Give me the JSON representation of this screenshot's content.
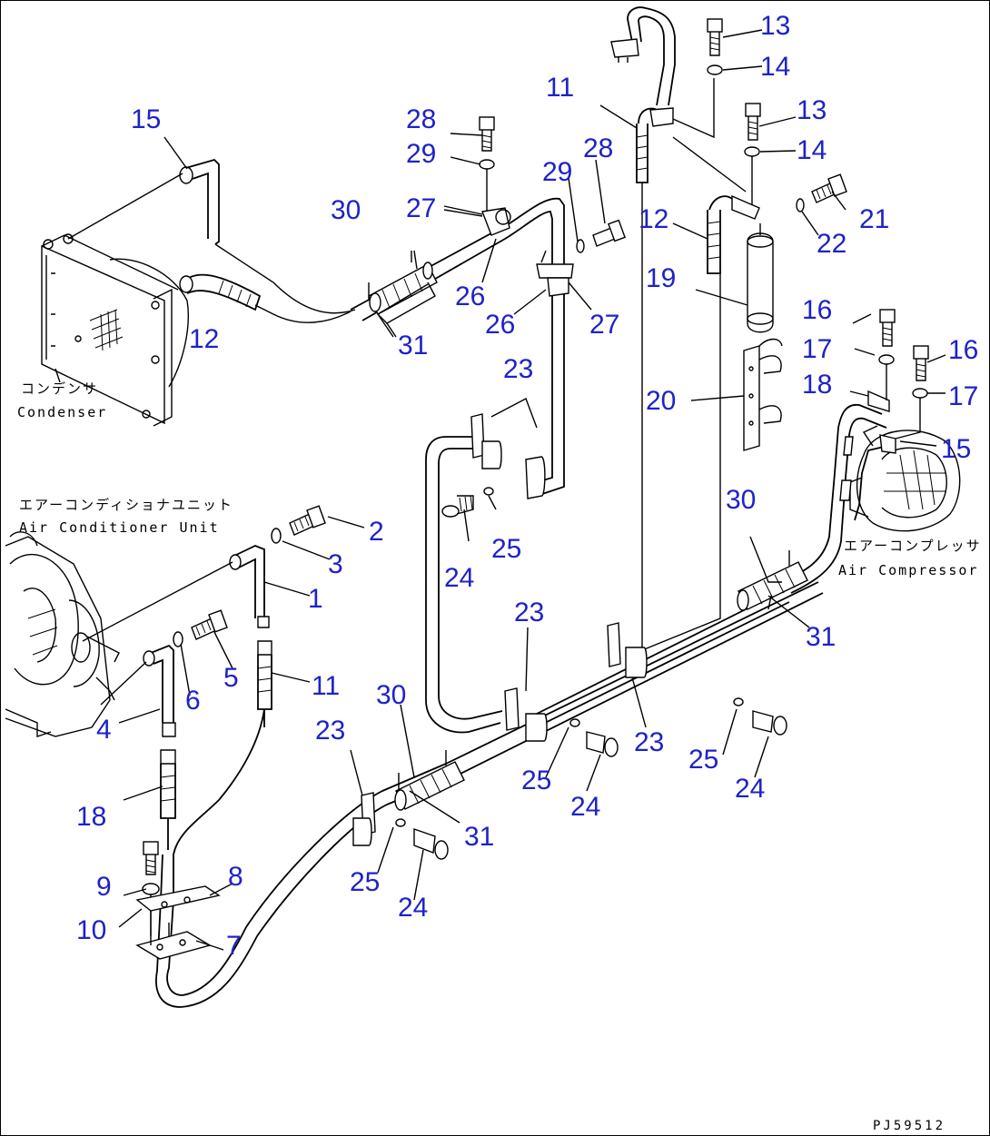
{
  "drawing_code": "PJ59512",
  "component_labels": [
    {
      "key": "condenser_jp",
      "text": "コンデンサ"
    },
    {
      "key": "condenser_en",
      "text": "Condenser"
    },
    {
      "key": "acunit_jp",
      "text": "エアーコンディショナユニット"
    },
    {
      "key": "acunit_en",
      "text": "Air Conditioner Unit"
    },
    {
      "key": "compressor_jp",
      "text": "エアーコンプレッサ"
    },
    {
      "key": "compressor_en",
      "text": "Air Compressor"
    }
  ],
  "callouts": [
    {
      "id": "c1",
      "text": "1"
    },
    {
      "id": "c2",
      "text": "2"
    },
    {
      "id": "c3",
      "text": "3"
    },
    {
      "id": "c4",
      "text": "4"
    },
    {
      "id": "c5",
      "text": "5"
    },
    {
      "id": "c6",
      "text": "6"
    },
    {
      "id": "c7",
      "text": "7"
    },
    {
      "id": "c8",
      "text": "8"
    },
    {
      "id": "c9",
      "text": "9"
    },
    {
      "id": "c10",
      "text": "10"
    },
    {
      "id": "c11a",
      "text": "11"
    },
    {
      "id": "c11b",
      "text": "11"
    },
    {
      "id": "c12a",
      "text": "12"
    },
    {
      "id": "c12b",
      "text": "12"
    },
    {
      "id": "c13a",
      "text": "13"
    },
    {
      "id": "c13b",
      "text": "13"
    },
    {
      "id": "c14a",
      "text": "14"
    },
    {
      "id": "c14b",
      "text": "14"
    },
    {
      "id": "c15a",
      "text": "15"
    },
    {
      "id": "c15b",
      "text": "15"
    },
    {
      "id": "c16a",
      "text": "16"
    },
    {
      "id": "c16b",
      "text": "16"
    },
    {
      "id": "c17a",
      "text": "17"
    },
    {
      "id": "c17b",
      "text": "17"
    },
    {
      "id": "c18a",
      "text": "18"
    },
    {
      "id": "c18b",
      "text": "18"
    },
    {
      "id": "c19",
      "text": "19"
    },
    {
      "id": "c20",
      "text": "20"
    },
    {
      "id": "c21",
      "text": "21"
    },
    {
      "id": "c22",
      "text": "22"
    },
    {
      "id": "c23a",
      "text": "23"
    },
    {
      "id": "c23b",
      "text": "23"
    },
    {
      "id": "c23c",
      "text": "23"
    },
    {
      "id": "c23d",
      "text": "23"
    },
    {
      "id": "c24a",
      "text": "24"
    },
    {
      "id": "c24b",
      "text": "24"
    },
    {
      "id": "c24c",
      "text": "24"
    },
    {
      "id": "c24d",
      "text": "24"
    },
    {
      "id": "c25a",
      "text": "25"
    },
    {
      "id": "c25b",
      "text": "25"
    },
    {
      "id": "c25c",
      "text": "25"
    },
    {
      "id": "c25d",
      "text": "25"
    },
    {
      "id": "c26a",
      "text": "26"
    },
    {
      "id": "c26b",
      "text": "26"
    },
    {
      "id": "c27a",
      "text": "27"
    },
    {
      "id": "c27b",
      "text": "27"
    },
    {
      "id": "c28a",
      "text": "28"
    },
    {
      "id": "c28b",
      "text": "28"
    },
    {
      "id": "c29a",
      "text": "29"
    },
    {
      "id": "c29b",
      "text": "29"
    },
    {
      "id": "c30a",
      "text": "30"
    },
    {
      "id": "c30b",
      "text": "30"
    },
    {
      "id": "c30c",
      "text": "30"
    },
    {
      "id": "c31a",
      "text": "31"
    },
    {
      "id": "c31b",
      "text": "31"
    },
    {
      "id": "c31c",
      "text": "31"
    }
  ],
  "colors": {
    "callout": "#1e22c8",
    "line": "#000000"
  }
}
